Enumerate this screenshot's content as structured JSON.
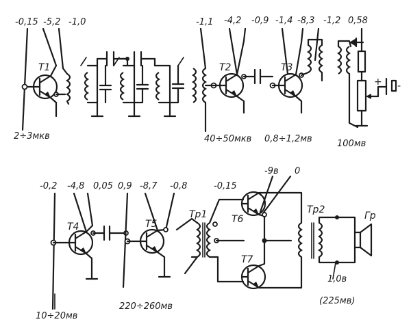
{
  "top_row": {
    "voltages": [
      "-0,15",
      "-5,2",
      "-1,0",
      "-1,1",
      "-4,2",
      "-0,9",
      "-1,4",
      "-8,3",
      "-1,2",
      "0,58"
    ],
    "signals": [
      "2÷3мкв",
      "40÷50мкв",
      "0,8÷1,2мв",
      "100мв"
    ],
    "transistors": [
      "T1",
      "T2",
      "T3"
    ]
  },
  "bottom_row": {
    "voltages": [
      "-0,2",
      "-4,8",
      "0,05",
      "0,9",
      "-8,7",
      "-0,8",
      "-0,15",
      "-9в",
      "0"
    ],
    "signals": [
      "10÷20мв",
      "220÷260мв",
      "1,0в",
      "(225мв)"
    ],
    "transistors": [
      "T4",
      "T5",
      "T6",
      "T7"
    ],
    "transformers": [
      "Tp1",
      "Tp2"
    ],
    "speaker": "Гр"
  },
  "polarity": {
    "plus": "+",
    "minus": "-"
  }
}
